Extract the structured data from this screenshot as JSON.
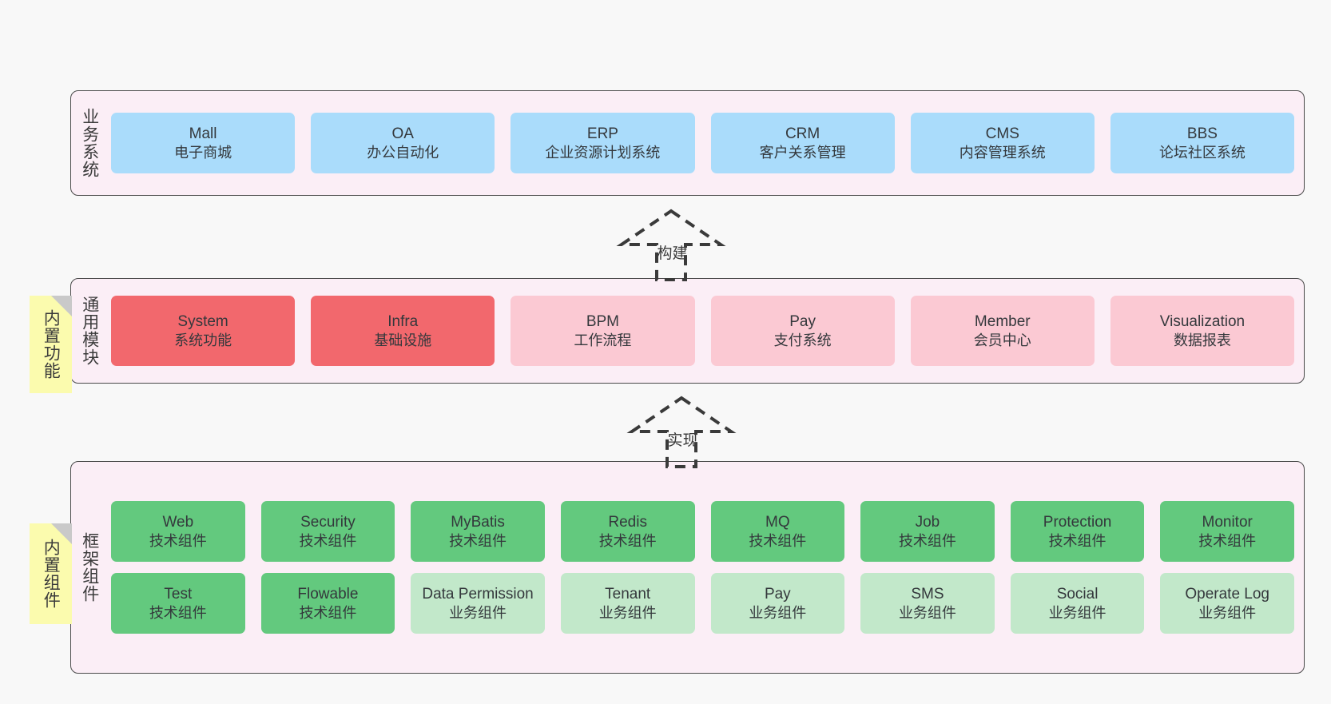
{
  "diagram": {
    "background": "#f8f8f8",
    "layer_bg": "#fbeef6",
    "note_bg": "#fbfbae",
    "colors": {
      "business": "#aadcfb",
      "module_core": "#f2686d",
      "module_optional": "#fbc9d3",
      "component_tech": "#63c97e",
      "component_business": "#c2e8ca",
      "border": "#4a4a4a",
      "fold": "#c9c9c9"
    }
  },
  "layers": [
    {
      "id": "business-system",
      "title": "业务系统",
      "items": [
        {
          "name": "Mall",
          "desc": "电子商城",
          "color": "c-blue"
        },
        {
          "name": "OA",
          "desc": "办公自动化",
          "color": "c-blue"
        },
        {
          "name": "ERP",
          "desc": "企业资源计划系统",
          "color": "c-blue"
        },
        {
          "name": "CRM",
          "desc": "客户关系管理",
          "color": "c-blue"
        },
        {
          "name": "CMS",
          "desc": "内容管理系统",
          "color": "c-blue"
        },
        {
          "name": "BBS",
          "desc": "论坛社区系统",
          "color": "c-blue"
        }
      ]
    },
    {
      "id": "common-module",
      "title": "通用模块",
      "note": "内置功能",
      "items": [
        {
          "name": "System",
          "desc": "系统功能",
          "color": "c-red"
        },
        {
          "name": "Infra",
          "desc": "基础设施",
          "color": "c-red"
        },
        {
          "name": "BPM",
          "desc": "工作流程",
          "color": "c-pink"
        },
        {
          "name": "Pay",
          "desc": "支付系统",
          "color": "c-pink"
        },
        {
          "name": "Member",
          "desc": "会员中心",
          "color": "c-pink"
        },
        {
          "name": "Visualization",
          "desc": "数据报表",
          "color": "c-pink"
        }
      ]
    },
    {
      "id": "framework-component",
      "title": "框架组件",
      "note": "内置组件",
      "row1": [
        {
          "name": "Web",
          "desc": "技术组件",
          "color": "c-green"
        },
        {
          "name": "Security",
          "desc": "技术组件",
          "color": "c-green"
        },
        {
          "name": "MyBatis",
          "desc": "技术组件",
          "color": "c-green"
        },
        {
          "name": "Redis",
          "desc": "技术组件",
          "color": "c-green"
        },
        {
          "name": "MQ",
          "desc": "技术组件",
          "color": "c-green"
        },
        {
          "name": "Job",
          "desc": "技术组件",
          "color": "c-green"
        },
        {
          "name": "Protection",
          "desc": "技术组件",
          "color": "c-green"
        },
        {
          "name": "Monitor",
          "desc": "技术组件",
          "color": "c-green"
        }
      ],
      "row2": [
        {
          "name": "Test",
          "desc": "技术组件",
          "color": "c-green"
        },
        {
          "name": "Flowable",
          "desc": "技术组件",
          "color": "c-green"
        },
        {
          "name": "Data Permission",
          "desc": "业务组件",
          "color": "c-greenlight"
        },
        {
          "name": "Tenant",
          "desc": "业务组件",
          "color": "c-greenlight"
        },
        {
          "name": "Pay",
          "desc": "业务组件",
          "color": "c-greenlight"
        },
        {
          "name": "SMS",
          "desc": "业务组件",
          "color": "c-greenlight"
        },
        {
          "name": "Social",
          "desc": "业务组件",
          "color": "c-greenlight"
        },
        {
          "name": "Operate Log",
          "desc": "业务组件",
          "color": "c-greenlight"
        }
      ]
    }
  ],
  "connectors": [
    {
      "id": "build",
      "label": "构建",
      "style": "dashed-generalization-up"
    },
    {
      "id": "implement",
      "label": "实现",
      "style": "dashed-generalization-up"
    }
  ]
}
